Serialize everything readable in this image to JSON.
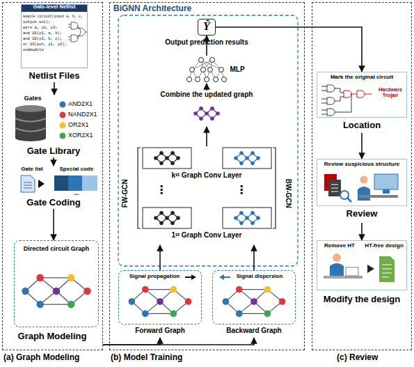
{
  "diagram": {
    "nodes": [
      {
        "text": [
          "(a) Graph Modeling"
        ]
      },
      {
        "text": [
          "Gate-level Netlist",
          "module circuit(input a, b, c,",
          "output out);",
          "wire a, y1, y2;",
          "and U1(y1, a, b);",
          "and U2(y2, b, c);",
          "or U3(out, y1, y2);",
          "endmodule",
          "Netlist Files"
        ],
        "in": 0
      },
      {
        "text": [
          "Gates",
          "AND2X1",
          "NAND2X1",
          "OR2X1",
          "XOR2X1",
          "Gate Library"
        ],
        "in": 0
      },
      {
        "text": [
          "Gate list",
          "Special code",
          "...",
          "Gate Coding"
        ],
        "in": 0
      },
      {
        "text": [
          "Directed circuit Graph",
          "Graph Modeling"
        ],
        "in": 0
      },
      {
        "text": [
          "BiGNN Architecture",
          "(b) Model Training"
        ]
      },
      {
        "text": [
          "Ŷ",
          "Output prediction results"
        ],
        "in": 5
      },
      {
        "text": [
          "MLP"
        ],
        "in": 5
      },
      {
        "text": [
          "Combine the updated graph"
        ],
        "in": 5
      },
      {
        "text": [
          "kˢᵗ Graph Conv Layer"
        ],
        "in": 5
      },
      {
        "text": [
          "1ˢᵗ Graph Conv Layer"
        ],
        "in": 5
      },
      {
        "text": [
          "Signal propagation",
          "Forward Graph"
        ],
        "in": 5
      },
      {
        "text": [
          "Signal dispersion",
          "Backward Graph"
        ],
        "in": 5
      },
      {
        "text": [
          "(c) Review"
        ]
      },
      {
        "text": [
          "Mark the original circuit",
          "Hardware Trojan",
          "Location"
        ],
        "in": 13
      },
      {
        "text": [
          "Review suspicious structure",
          "Review"
        ],
        "in": 13
      },
      {
        "text": [
          "Remove HT",
          "HT-free design",
          "Modify the design"
        ],
        "in": 13
      }
    ],
    "edges": [
      {
        "from": 1,
        "to": 2,
        "arrow": "to"
      },
      {
        "from": 2,
        "to": 3,
        "arrow": "to"
      },
      {
        "from": 3,
        "to": 4,
        "arrow": "to"
      },
      {
        "from": 4,
        "to": 11,
        "arrow": "to"
      },
      {
        "from": 4,
        "to": 12,
        "arrow": "to"
      },
      {
        "from": 11,
        "to": 10,
        "arrow": "to"
      },
      {
        "from": 12,
        "to": 10,
        "arrow": "to"
      },
      {
        "from": 9,
        "to": 8,
        "arrow": "to"
      },
      {
        "from": 8,
        "to": 7,
        "arrow": "to"
      },
      {
        "from": 7,
        "to": 6,
        "arrow": "to"
      },
      {
        "from": 6,
        "to": 14,
        "arrow": "to"
      },
      {
        "from": 14,
        "to": 15,
        "arrow": "to"
      },
      {
        "from": 15,
        "to": 16,
        "arrow": "to"
      }
    ],
    "labels": [
      "FW-GCN",
      "BW-GCN",
      "⋮",
      "⋮"
    ]
  }
}
